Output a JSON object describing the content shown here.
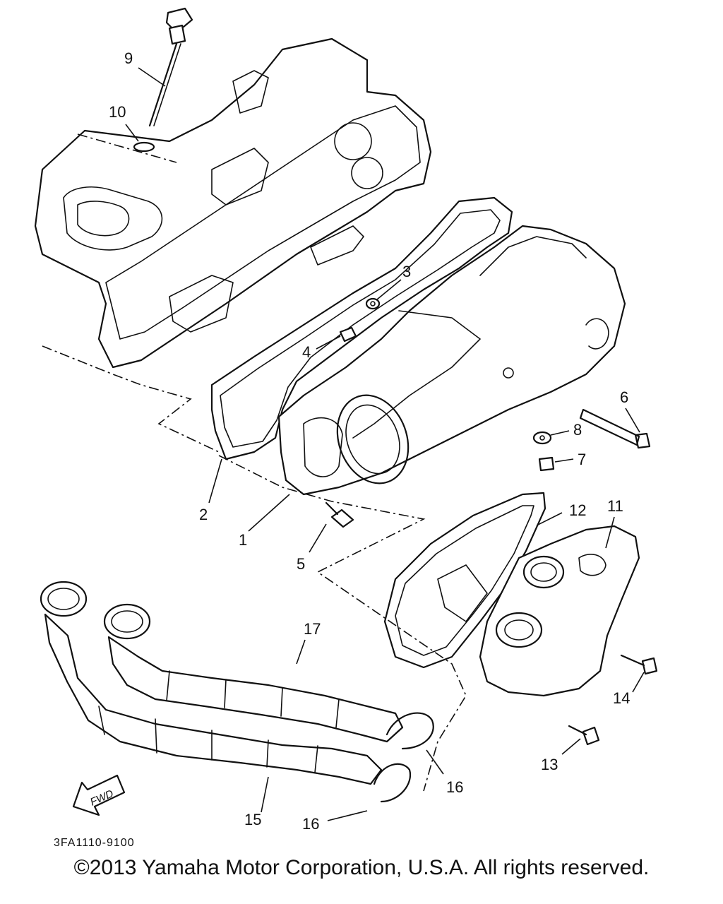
{
  "callouts": [
    {
      "id": "1",
      "label": "1"
    },
    {
      "id": "2",
      "label": "2"
    },
    {
      "id": "3",
      "label": "3"
    },
    {
      "id": "4",
      "label": "4"
    },
    {
      "id": "5",
      "label": "5"
    },
    {
      "id": "6",
      "label": "6"
    },
    {
      "id": "7",
      "label": "7"
    },
    {
      "id": "8",
      "label": "8"
    },
    {
      "id": "9",
      "label": "9"
    },
    {
      "id": "10",
      "label": "10"
    },
    {
      "id": "11",
      "label": "11"
    },
    {
      "id": "12",
      "label": "12"
    },
    {
      "id": "13",
      "label": "13"
    },
    {
      "id": "14",
      "label": "14"
    },
    {
      "id": "15",
      "label": "15"
    },
    {
      "id": "16a",
      "label": "16"
    },
    {
      "id": "16b",
      "label": "16"
    },
    {
      "id": "17",
      "label": "17"
    }
  ],
  "fwd_label": "FWD",
  "diagram_ref": "3FA1110-9100",
  "copyright": "©2013 Yamaha Motor Corporation, U.S.A. All rights reserved."
}
